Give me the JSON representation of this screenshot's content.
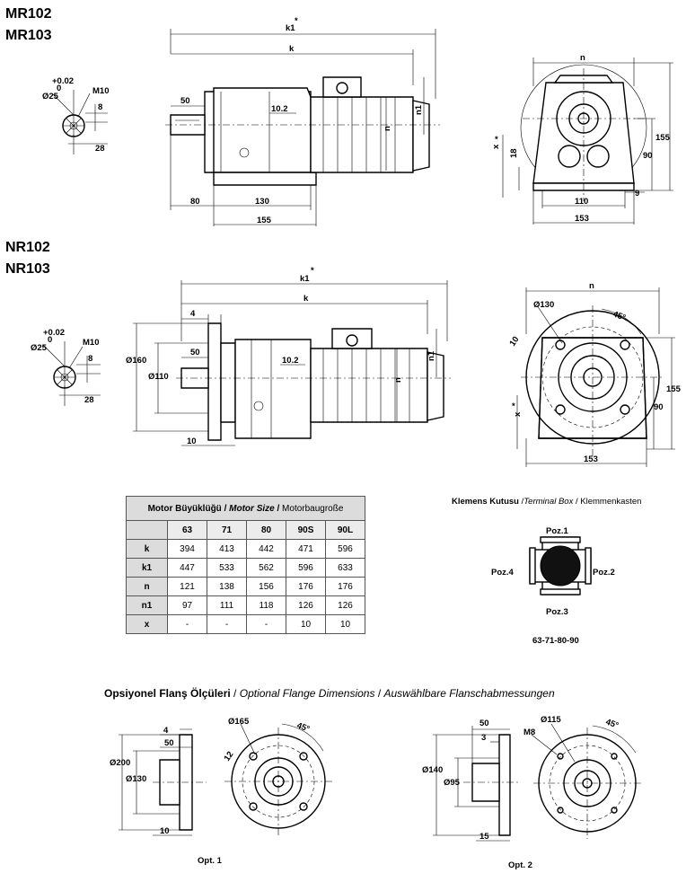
{
  "sections": {
    "mr_title_1": "MR102",
    "mr_title_2": "MR103",
    "nr_title_1": "NR102",
    "nr_title_2": "NR103"
  },
  "mr_dims": {
    "k1": "k1",
    "star": "*",
    "k": "k",
    "d50": "50",
    "d10_2": "10.2",
    "n": "n",
    "n1": "n1",
    "d80": "80",
    "d130": "130",
    "d155": "155",
    "side_n": "n",
    "side_155": "155",
    "side_90": "90",
    "side_18": "18",
    "side_x": "x",
    "side_star": "*",
    "side_110": "110",
    "side_9": "9",
    "side_153": "153"
  },
  "shaft": {
    "tol_plus": "+0.02",
    "tol_zero": "0",
    "dia": "Ø25",
    "thread": "M10",
    "d8": "8",
    "d28": "28"
  },
  "nr_dims": {
    "k1": "k1",
    "star": "*",
    "k": "k",
    "d4": "4",
    "d50": "50",
    "d160": "Ø160",
    "d110": "Ø110",
    "d10_2": "10.2",
    "n1": "n1",
    "n": "n",
    "d10": "10",
    "side_n": "n",
    "side_130": "Ø130",
    "side_45": "45°",
    "side_10": "10",
    "side_x": "x",
    "side_star": "*",
    "side_155": "155",
    "side_90": "90",
    "side_153": "153"
  },
  "table": {
    "title_tr": "Motor Büyüklüğü",
    "title_en": "Motor Size",
    "title_de": "Motorbaugroße",
    "columns": [
      "63",
      "71",
      "80",
      "90S",
      "90L"
    ],
    "rows": [
      {
        "label": "k",
        "values": [
          "394",
          "413",
          "442",
          "471",
          "596"
        ]
      },
      {
        "label": "k1",
        "values": [
          "447",
          "533",
          "562",
          "596",
          "633"
        ]
      },
      {
        "label": "n",
        "values": [
          "121",
          "138",
          "156",
          "176",
          "176"
        ]
      },
      {
        "label": "n1",
        "values": [
          "97",
          "111",
          "118",
          "126",
          "126"
        ]
      },
      {
        "label": "x",
        "values": [
          "-",
          "-",
          "-",
          "10",
          "10"
        ]
      }
    ]
  },
  "terminal_box": {
    "title_tr": "Klemens Kutusu",
    "title_en": "Terminal Box",
    "title_de": "Klemmenkasten",
    "poz1": "Poz.1",
    "poz2": "Poz.2",
    "poz3": "Poz.3",
    "poz4": "Poz.4",
    "sizes": "63-71-80-90"
  },
  "flange": {
    "title_tr": "Opsiyonel Flanş Ölçüleri",
    "title_en": "Optional Flange Dimensions",
    "title_de": "Auswählbare Flanschabmessungen",
    "opt1": {
      "label": "Opt. 1",
      "d4": "4",
      "d50": "50",
      "d200": "Ø200",
      "d130": "Ø130",
      "d10": "10",
      "d165": "Ø165",
      "d45": "45°",
      "d12": "12"
    },
    "opt2": {
      "label": "Opt. 2",
      "d50": "50",
      "d3": "3",
      "d140": "Ø140",
      "d95": "Ø95",
      "d15": "15",
      "d115": "Ø115",
      "dM8": "M8",
      "d45": "45°"
    }
  }
}
